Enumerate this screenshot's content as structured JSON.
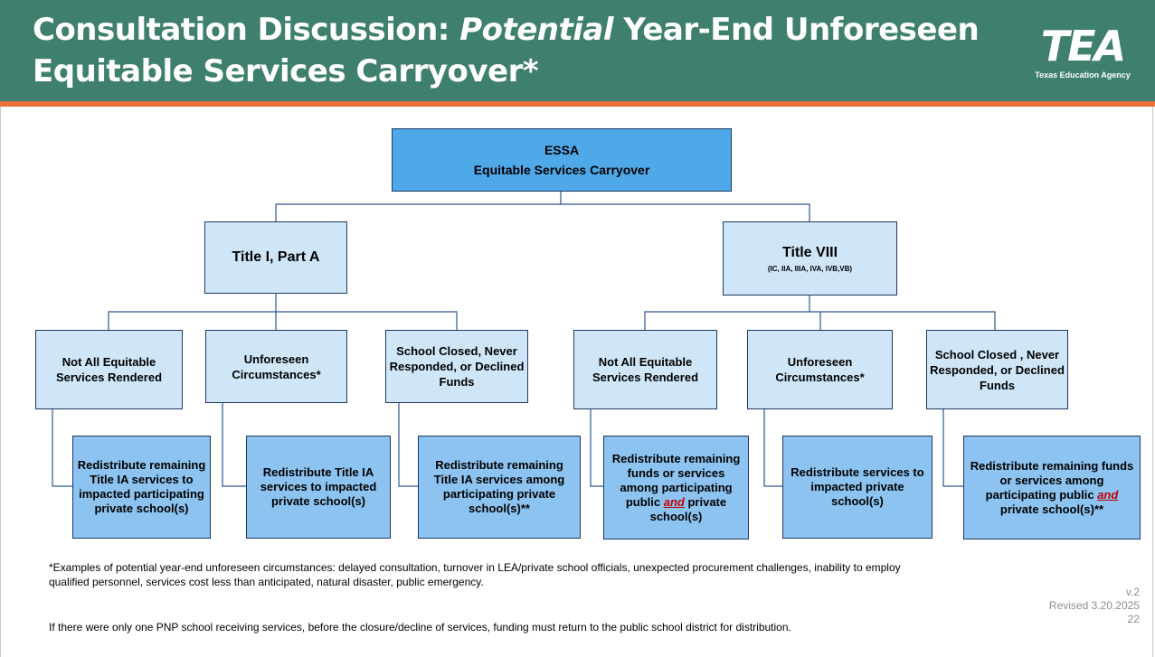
{
  "header": {
    "title_part1": "Consultation Discussion: ",
    "title_italic": "Potential",
    "title_part2": " Year-End Unforeseen Equitable Services Carryover*",
    "logo_mark": "TEA",
    "logo_text": "Texas Education Agency"
  },
  "diagram": {
    "root": {
      "line1": "ESSA",
      "line2": "Equitable Services Carryover"
    },
    "left": {
      "title": "Title I, Part A",
      "categories": [
        "Not All Equitable Services Rendered",
        "Unforeseen Circumstances*",
        "School Closed, Never Responded, or Declined Funds"
      ],
      "actions": [
        "Redistribute remaining Title IA services to impacted participating private school(s)",
        "Redistribute Title IA services to impacted private school(s)",
        "Redistribute remaining Title IA services among participating private school(s)**"
      ]
    },
    "right": {
      "title": "Title VIII",
      "subtitle": "(IC, IIA, IIIA, IVA, IVB,VB)",
      "categories": [
        "Not All Equitable Services Rendered",
        "Unforeseen Circumstances*",
        "School Closed , Never Responded, or Declined Funds"
      ],
      "action1_pre": "Redistribute remaining funds or services among participating public ",
      "action1_and": "and",
      "action1_post": " private school(s)",
      "action2": "Redistribute services to impacted private school(s)",
      "action3_pre": "Redistribute remaining funds or services among participating public ",
      "action3_and": "and",
      "action3_post": " private school(s)**"
    }
  },
  "footnotes": {
    "note1": "*Examples of potential year-end unforeseen circumstances: delayed consultation, turnover in LEA/private school officials, unexpected procurement challenges, inability to employ qualified personnel, services cost less than anticipated, natural disaster, public emergency.",
    "note2": "If there were only one PNP school receiving services, before the closure/decline of services, funding must return to the public school district for distribution."
  },
  "version": {
    "v": "v.2",
    "revised": "Revised 3.20.2025",
    "page": "22"
  },
  "colors": {
    "header": "#3f7f6e",
    "stripe": "#e8703a",
    "root": "#4fa8e8",
    "category": "#cfe6f8",
    "action": "#8cc3f0",
    "emphasis": "#c00000"
  }
}
